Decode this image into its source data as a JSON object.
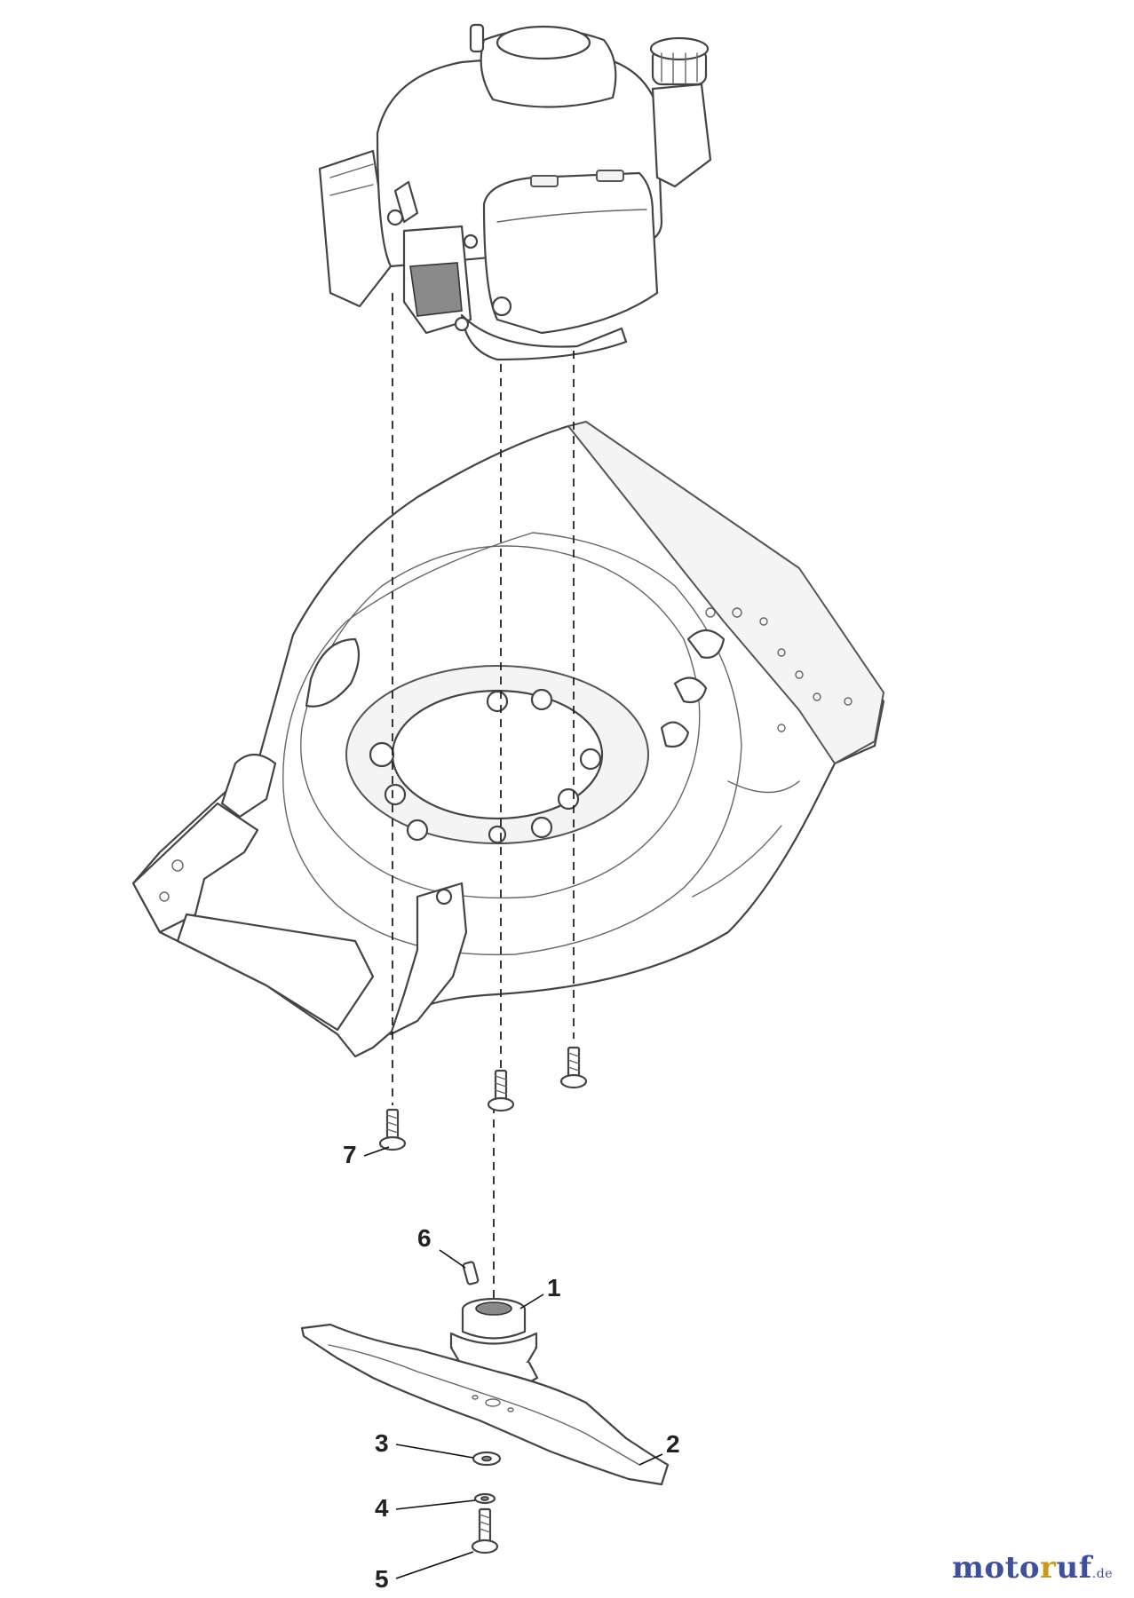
{
  "callouts": [
    {
      "id": "1",
      "label": "1"
    },
    {
      "id": "2",
      "label": "2"
    },
    {
      "id": "3",
      "label": "3"
    },
    {
      "id": "4",
      "label": "4"
    },
    {
      "id": "5",
      "label": "5"
    },
    {
      "id": "6",
      "label": "6"
    },
    {
      "id": "7",
      "label": "7"
    }
  ],
  "watermark": {
    "part1": "moto",
    "part2": "r",
    "part3": "uf",
    "tld": ".de"
  },
  "colors": {
    "brand_blue": "#3f4f9a",
    "brand_gold": "#c79a1a",
    "line": "#444444"
  }
}
